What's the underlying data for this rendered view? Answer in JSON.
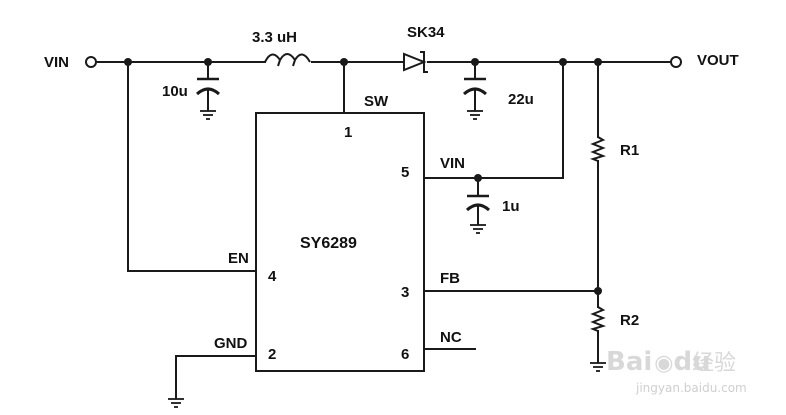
{
  "nets": {
    "vin": "VIN",
    "vout": "VOUT",
    "sw": "SW",
    "ic_vin": "VIN",
    "en": "EN",
    "fb": "FB",
    "gnd": "GND",
    "nc": "NC"
  },
  "components": {
    "inductor": "3.3 uH",
    "diode": "SK34",
    "cap_in": "10u",
    "cap_out": "22u",
    "cap_vin": "1u",
    "r_top": "R1",
    "r_bottom": "R2"
  },
  "ic": {
    "name": "SY6289",
    "pins": {
      "sw": "1",
      "vin": "5",
      "en": "4",
      "fb": "3",
      "gnd": "2",
      "nc": "6"
    }
  },
  "watermark": {
    "brand": "Bai",
    "brand_suffix": "du",
    "cjk": "经验",
    "url": "jingyan.baidu.com"
  }
}
